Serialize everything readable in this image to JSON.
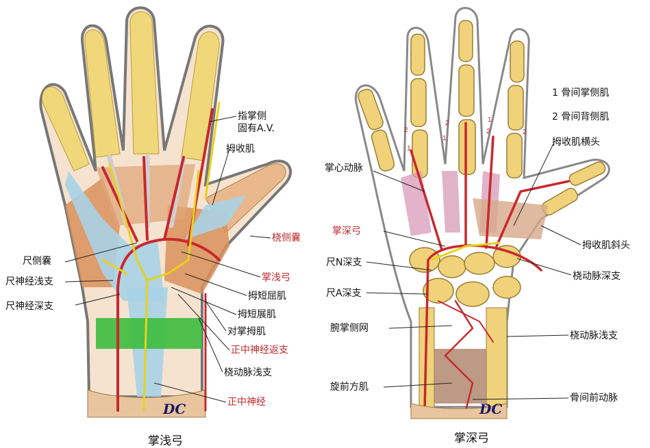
{
  "figures": [
    {
      "caption": "掌浅弓",
      "signature": "DC",
      "labels": [
        {
          "text": "指掌侧",
          "color": "black"
        },
        {
          "text": "固有A.V.",
          "color": "black"
        },
        {
          "text": "拇收肌",
          "color": "black"
        },
        {
          "text": "尺侧囊",
          "color": "black"
        },
        {
          "text": "桡侧囊",
          "color": "red"
        },
        {
          "text": "尺神经浅支",
          "color": "black"
        },
        {
          "text": "掌浅弓",
          "color": "red"
        },
        {
          "text": "尺神经深支",
          "color": "black"
        },
        {
          "text": "拇短屈肌",
          "color": "black"
        },
        {
          "text": "拇短展肌",
          "color": "black"
        },
        {
          "text": "对掌拇肌",
          "color": "black"
        },
        {
          "text": "正中神经返支",
          "color": "red"
        },
        {
          "text": "桡动脉浅支",
          "color": "black"
        },
        {
          "text": "正中神经",
          "color": "red"
        }
      ]
    },
    {
      "caption": "掌深弓",
      "signature": "DC",
      "finger_numbers": [
        "2",
        "1",
        "2",
        "1",
        "1",
        "2",
        "1",
        "2"
      ],
      "labels": [
        {
          "text": "1 骨间掌侧肌",
          "color": "black"
        },
        {
          "text": "2 骨间背侧肌",
          "color": "black"
        },
        {
          "text": "拇收肌横头",
          "color": "black"
        },
        {
          "text": "掌心动脉",
          "color": "black"
        },
        {
          "text": "掌深弓",
          "color": "red"
        },
        {
          "text": "拇收肌斜头",
          "color": "black"
        },
        {
          "text": "尺N深支",
          "color": "black"
        },
        {
          "text": "桡动脉深支",
          "color": "black"
        },
        {
          "text": "尺A深支",
          "color": "black"
        },
        {
          "text": "腕掌侧网",
          "color": "black"
        },
        {
          "text": "桡动脉浅支",
          "color": "black"
        },
        {
          "text": "旋前方肌",
          "color": "black"
        },
        {
          "text": "骨间前动脉",
          "color": "black"
        }
      ]
    }
  ],
  "colors": {
    "artery": "#c8282d",
    "nerve": "#e8d21a",
    "muscle": "#d9905c",
    "sheath": "#a9d2e6",
    "bone": "#efd27a",
    "retinaculum": "#3dbb3d"
  }
}
